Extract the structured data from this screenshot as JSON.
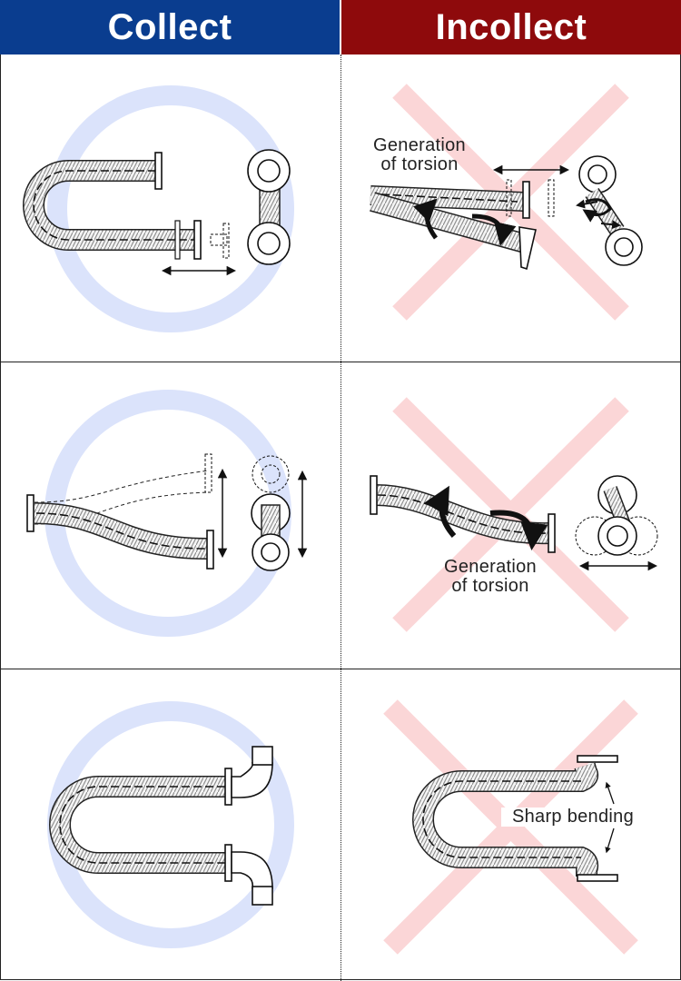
{
  "header": {
    "collect_label": "Collect",
    "incollect_label": "Incollect"
  },
  "labels": {
    "torsion_1_line1": "Generation",
    "torsion_1_line2": "of torsion",
    "torsion_2_line1": "Generation",
    "torsion_2_line2": "of torsion",
    "sharp_bending": "Sharp bending"
  },
  "colors": {
    "collect": "#0a3d8f",
    "incollect": "#8e0a0c",
    "ok_circle": "#dbe3fb",
    "ng_cross": "#fbd6d7"
  }
}
